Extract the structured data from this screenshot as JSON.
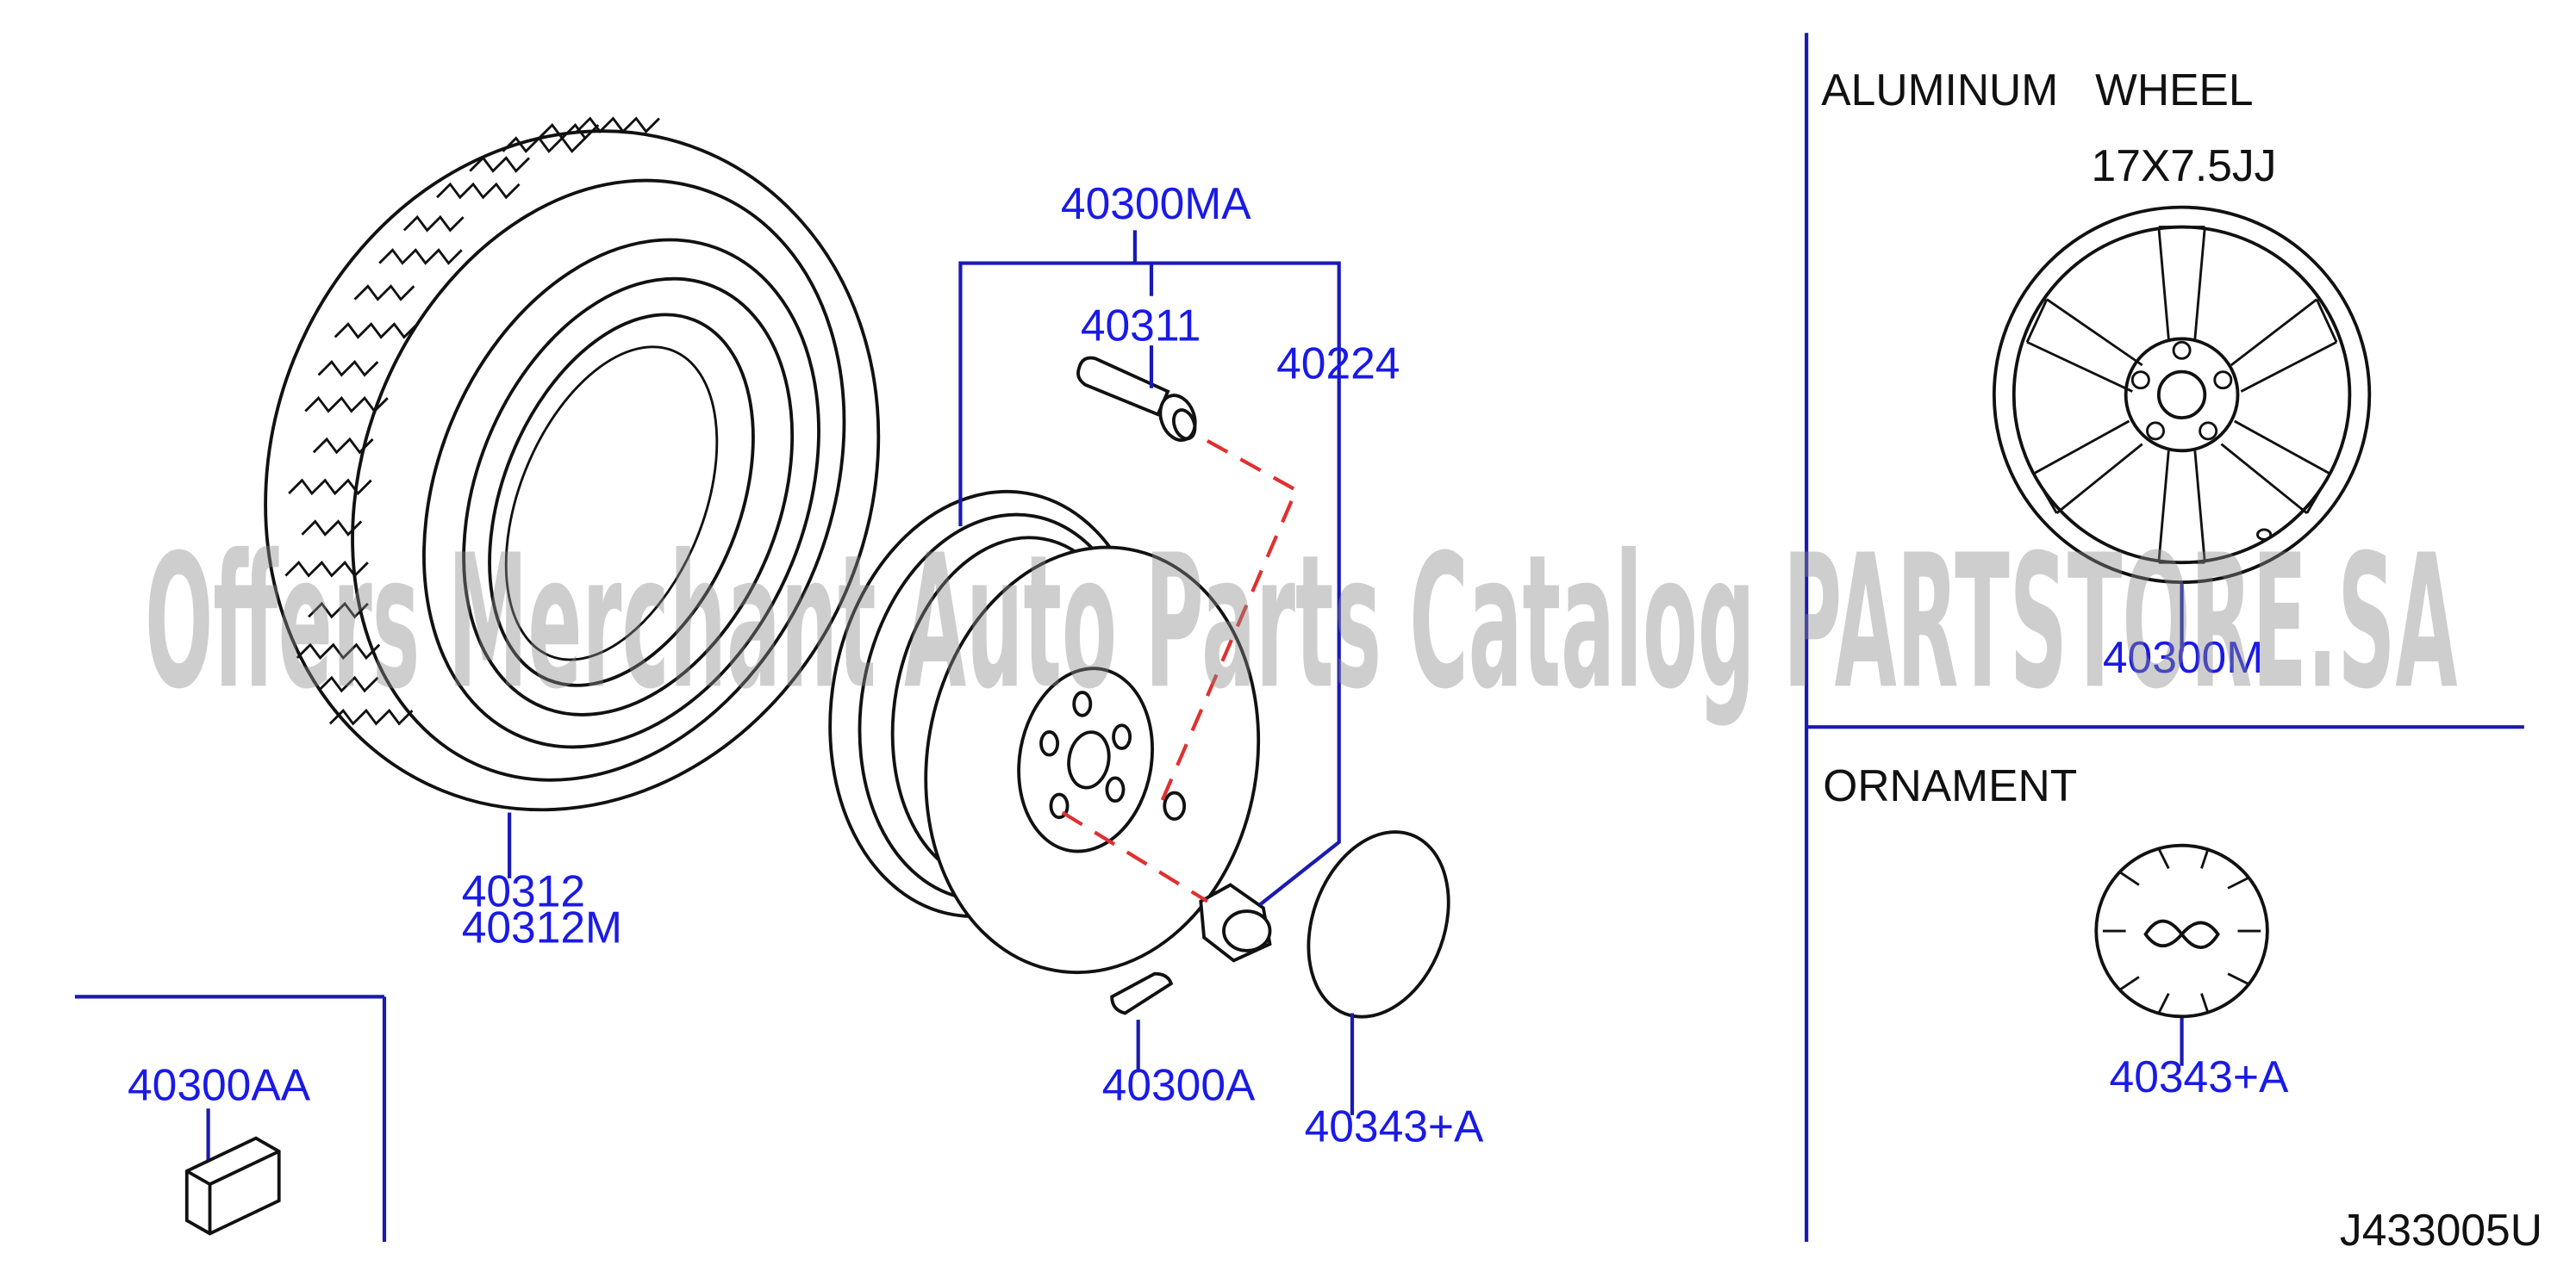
{
  "watermark": "Offers Merchant Auto Parts Catalog PARTSTORE.SA",
  "diagram_code": "J433005U",
  "sections": {
    "aluminum_wheel": {
      "title": "ALUMINUM   WHEEL",
      "size": "17X7.5JJ",
      "part": "40300M"
    },
    "ornament": {
      "title": "ORNAMENT",
      "part": "40343+A"
    }
  },
  "parts": {
    "p40300MA": "40300MA",
    "p40311": "40311",
    "p40224": "40224",
    "p40312": "40312",
    "p40312M": "40312M",
    "p40300A": "40300A",
    "p40343A": "40343+A",
    "p40300AA": "40300AA"
  },
  "colors": {
    "label": "#1a1ae6",
    "leader": "#1a1ab4",
    "dashed_link": "#e03030",
    "line": "#111111"
  }
}
